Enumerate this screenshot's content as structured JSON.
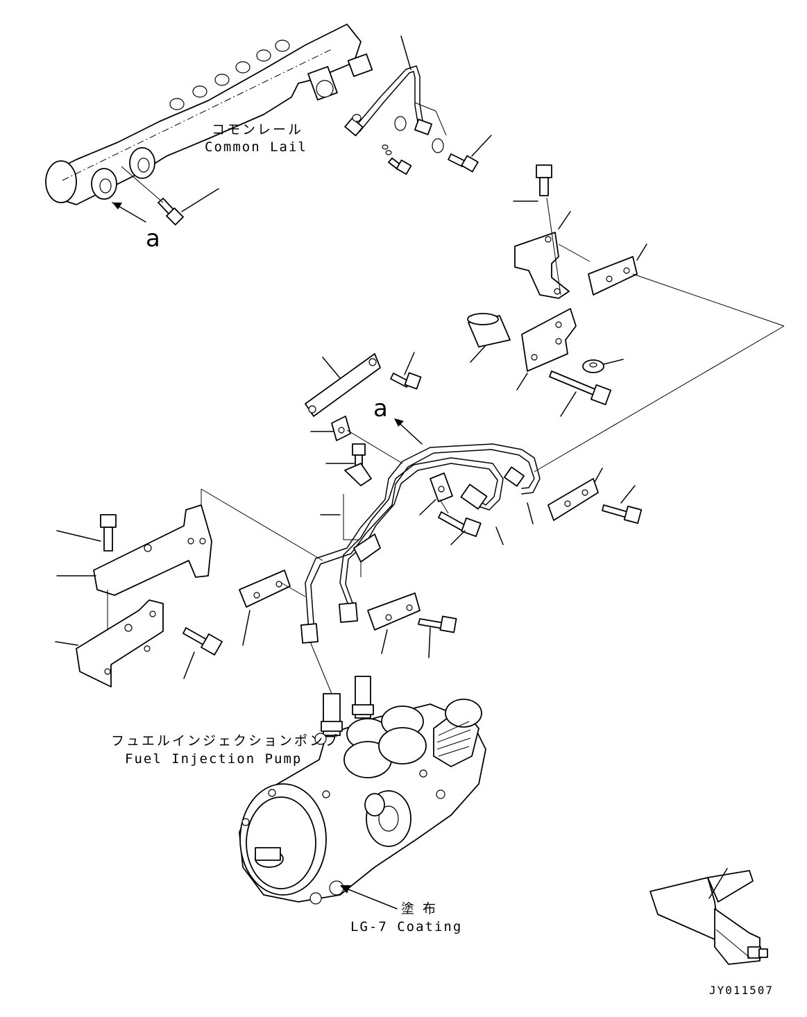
{
  "labels": {
    "common_rail_ja": "コモンレール",
    "common_rail_en": "Common Lail",
    "pump_ja": "フュエルインジェクションポンプ",
    "pump_en": "Fuel Injection Pump",
    "coating_ja": "塗 布",
    "coating_en": "LG-7 Coating",
    "marker_a_top": "a",
    "marker_a_mid": "a",
    "drawing_code": "JY011507"
  }
}
